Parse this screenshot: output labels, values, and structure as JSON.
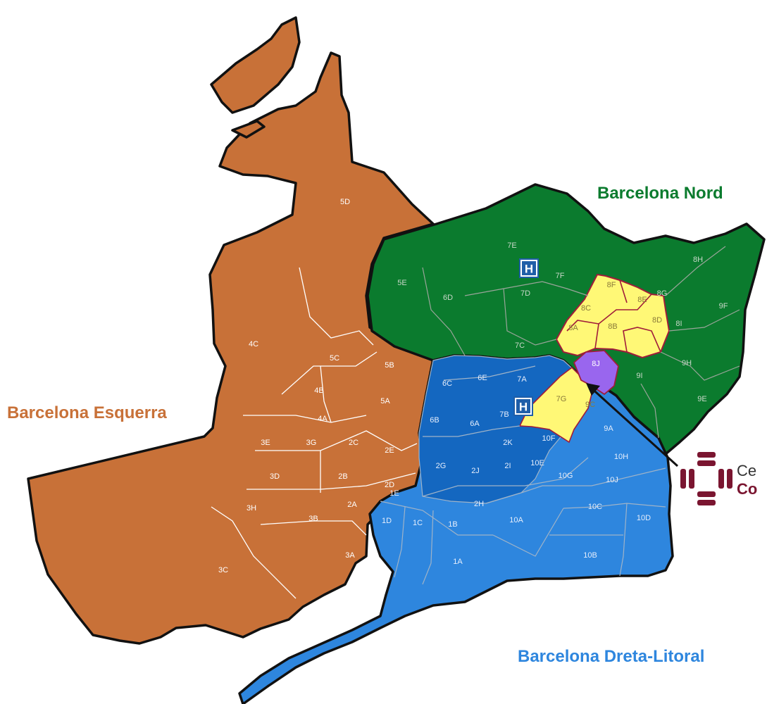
{
  "regions": {
    "esquerra": {
      "label": "Barcelona Esquerra",
      "color": "#C87138"
    },
    "nord": {
      "label": "Barcelona Nord",
      "color": "#0B7B2E"
    },
    "dreta_litoral": {
      "label": "Barcelona Dreta-Litoral",
      "color": "#2E86DE"
    }
  },
  "colors": {
    "dark_blue": "#1467C0",
    "highlight_yellow": "#FFF876",
    "highlight_purple": "#9966EE",
    "highlight_border": "#A01C3A",
    "logo_maroon": "#7A1530",
    "hospital_blue": "#1F5EA8"
  },
  "hospital_icon": {
    "name": "hospital-icon",
    "glyph": "H"
  },
  "logo": {
    "name": "cross-logo-icon"
  },
  "org_text": {
    "line1": "Ce",
    "line2": "Co"
  },
  "areas": {
    "esquerra": [
      "5D",
      "4C",
      "5C",
      "5B",
      "4B",
      "5A",
      "4A",
      "3E",
      "3G",
      "2C",
      "2E",
      "3D",
      "2B",
      "2D",
      "3H",
      "2A",
      "3B",
      "3A",
      "3C"
    ],
    "nord": [
      "7E",
      "5E",
      "6D",
      "7D",
      "7F",
      "7C",
      "8H",
      "8G",
      "8I",
      "9F",
      "9H",
      "9I",
      "9E"
    ],
    "dreta_litoral": [
      "6C",
      "6E",
      "7A",
      "7B",
      "6B",
      "6A",
      "2K",
      "10F",
      "2G",
      "2J",
      "2I",
      "10E",
      "10G",
      "9A",
      "10H",
      "10J",
      "2H",
      "1E",
      "1D",
      "1C",
      "1B",
      "10A",
      "10C",
      "10D",
      "10B",
      "1A"
    ],
    "highlight_yellow": [
      "8F",
      "8E",
      "8C",
      "8D",
      "8A",
      "8B",
      "7G",
      "9C"
    ],
    "highlight_purple": [
      "8J"
    ]
  }
}
